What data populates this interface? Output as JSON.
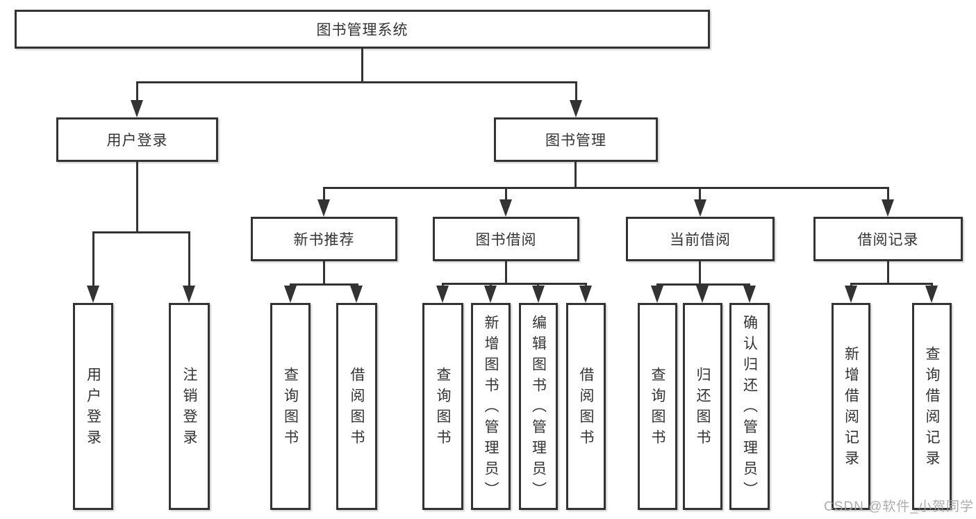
{
  "diagram_title": "图书管理系统",
  "tree": {
    "label": "图书管理系统",
    "children": [
      {
        "label": "用户登录",
        "children": [
          {
            "label": "用户登录"
          },
          {
            "label": "注销登录"
          }
        ]
      },
      {
        "label": "图书管理",
        "children": [
          {
            "label": "新书推荐",
            "children": [
              {
                "label": "查询图书"
              },
              {
                "label": "借阅图书"
              }
            ]
          },
          {
            "label": "图书借阅",
            "children": [
              {
                "label": "查询图书"
              },
              {
                "label": "新增图书（管理员）"
              },
              {
                "label": "编辑图书（管理员）"
              },
              {
                "label": "借阅图书"
              }
            ]
          },
          {
            "label": "当前借阅",
            "children": [
              {
                "label": "查询图书"
              },
              {
                "label": "归还图书"
              },
              {
                "label": "确认归还（管理员）"
              }
            ]
          },
          {
            "label": "借阅记录",
            "children": [
              {
                "label": "新增借阅记录"
              },
              {
                "label": "查询借阅记录"
              }
            ]
          }
        ]
      }
    ]
  },
  "watermark": {
    "text": "CSDN @软件_小贺同学"
  },
  "colors": {
    "line": "#333333",
    "text": "#333333",
    "background": "#ffffff",
    "watermark": "#a5a5a5"
  }
}
